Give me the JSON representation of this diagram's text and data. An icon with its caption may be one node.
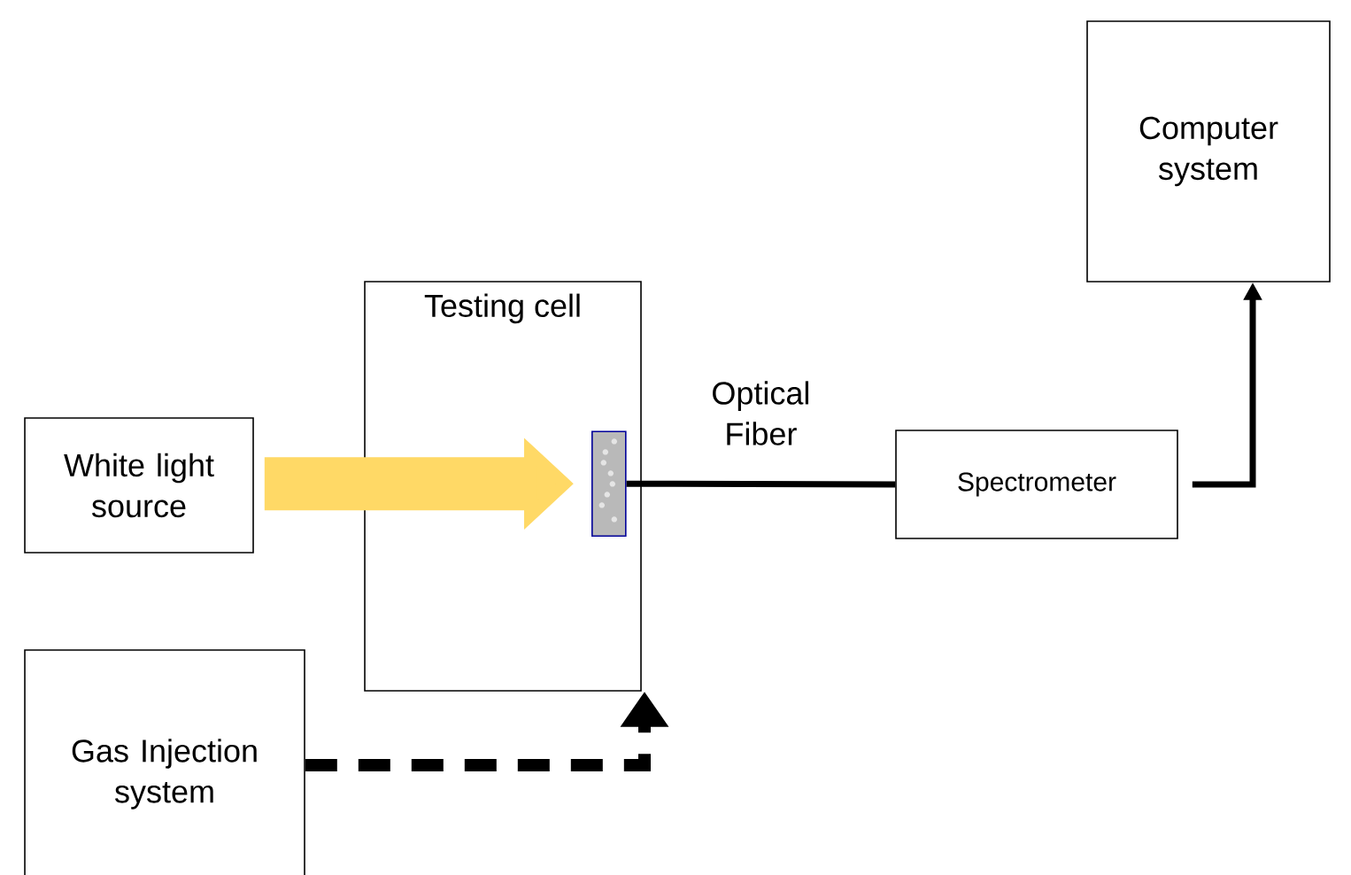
{
  "diagram": {
    "nodes": [
      {
        "text": [
          "White light source"
        ]
      },
      {
        "text": [
          "Testing cell"
        ]
      },
      {
        "text": [],
        "shape": "box",
        "in": 1
      },
      {
        "text": [
          "Spectrometer"
        ]
      },
      {
        "text": [
          "Computer system"
        ]
      },
      {
        "text": [
          "Gas Injection system"
        ]
      }
    ],
    "edges": [
      {
        "from": 0,
        "to": 2,
        "arrow": "to",
        "style": "thick",
        "color": "#ffd966"
      },
      {
        "from": 2,
        "to": 3,
        "arrow": "none",
        "label": "Optical Fiber"
      },
      {
        "from": 3,
        "to": 4,
        "arrow": "to"
      },
      {
        "from": 5,
        "to": 1,
        "arrow": "to",
        "style": "dashed"
      }
    ]
  }
}
